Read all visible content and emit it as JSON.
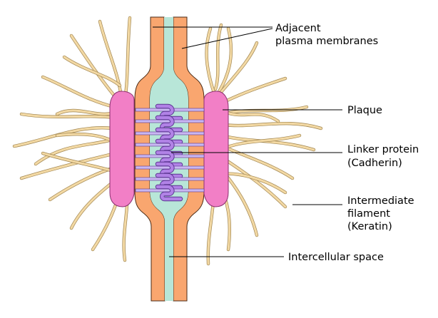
{
  "labels": {
    "membranes": [
      "Adjacent",
      "plasma membranes"
    ],
    "plaque": [
      "Plaque"
    ],
    "linker": [
      "Linker protein",
      "(Cadherin)"
    ],
    "filament": [
      "Intermediate",
      "filament",
      "(Keratin)"
    ],
    "space": [
      "Intercellular space"
    ]
  },
  "colors": {
    "membrane": "#f9a66f",
    "membrane_outline": "#4a2a14",
    "space": "#b8e6d8",
    "plaque": "#f27fc6",
    "plaque_outline": "#8b3070",
    "linker": "#b182e6",
    "linker_outline": "#5a3490",
    "cadherin_rod": "#c9b7f2",
    "filament": "#f3d9a4",
    "filament_outline": "#a08550"
  },
  "icons": [
    "filament-strand-icon",
    "cadherin-molecule-icon"
  ]
}
